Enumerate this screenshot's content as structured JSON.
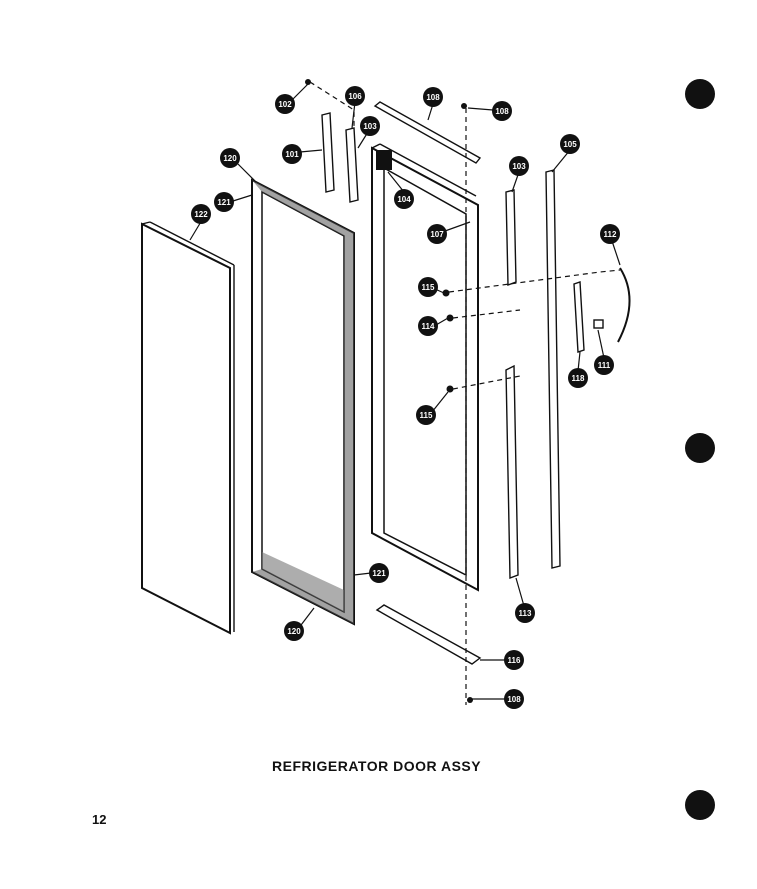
{
  "caption": "REFRIGERATOR DOOR ASSY",
  "page_number": "12",
  "colors": {
    "ink": "#111111",
    "paper": "#ffffff"
  },
  "callouts": [
    "102",
    "106",
    "103",
    "101",
    "108",
    "108",
    "105",
    "103",
    "104",
    "120",
    "121",
    "122",
    "107",
    "112",
    "115",
    "114",
    "118",
    "111",
    "115",
    "121",
    "120",
    "113",
    "116",
    "108"
  ]
}
